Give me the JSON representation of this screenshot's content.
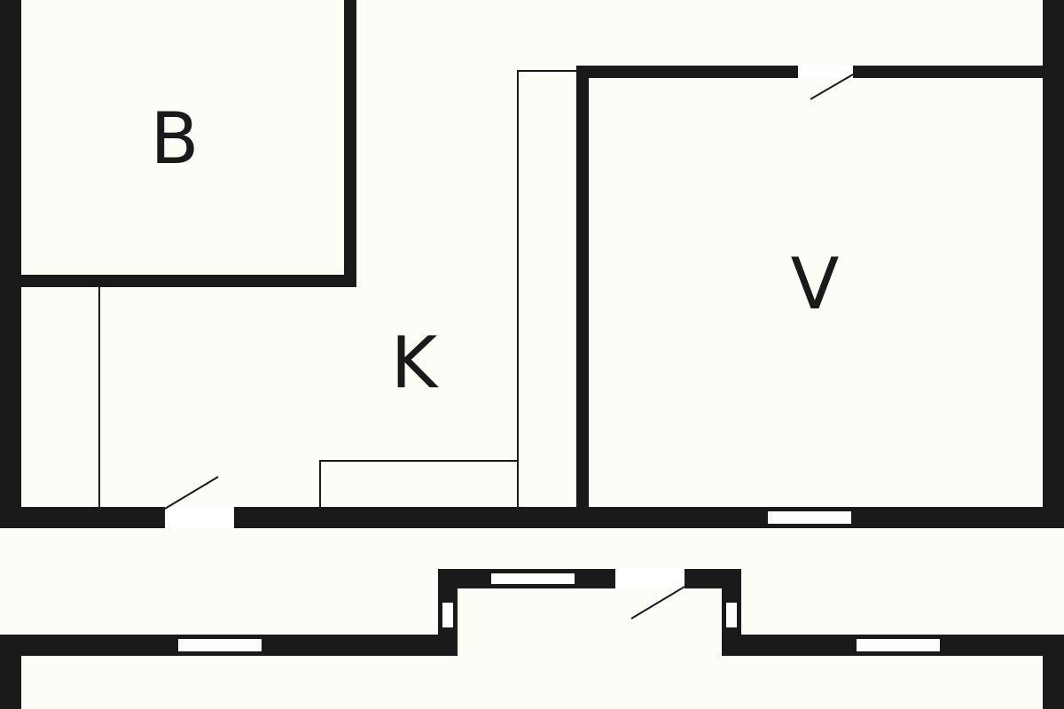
{
  "floor_plan": {
    "rooms": [
      {
        "id": "bedroom",
        "label": "B"
      },
      {
        "id": "kitchen",
        "label": "K"
      },
      {
        "id": "living",
        "label": "V"
      }
    ],
    "colors": {
      "wall": "#1a1a1a",
      "background": "#fdfdf8",
      "opening": "#ffffff"
    }
  }
}
